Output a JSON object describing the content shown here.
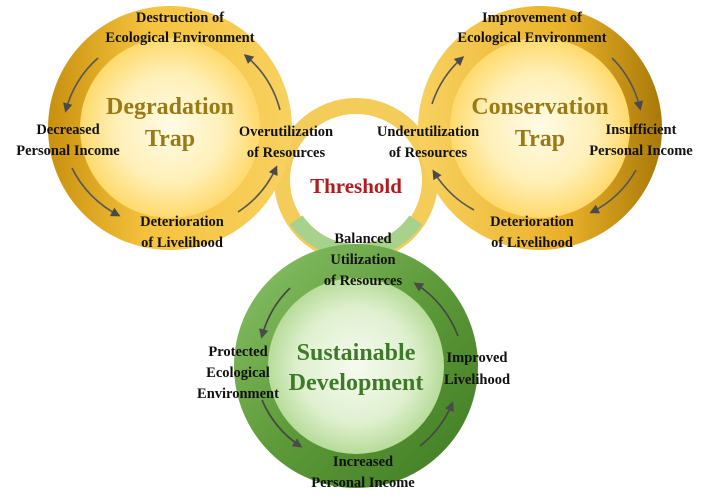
{
  "threshold": "Threshold",
  "colors": {
    "gold_dark": "#b8860b",
    "gold_light": "#ffe08a",
    "green_dark": "#4d8a2e",
    "green_light": "#a9d389",
    "threshold_text": "#b3191d"
  },
  "degradation": {
    "title_line1": "Degradation",
    "title_line2": "Trap",
    "top_line1": "Destruction of",
    "top_line2": "Ecological Environment",
    "left_line1": "Decreased",
    "left_line2": "Personal Income",
    "right_line1": "Overutilization",
    "right_line2": "of Resources",
    "bottom_line1": "Deterioration",
    "bottom_line2": "of Livelihood"
  },
  "conservation": {
    "title_line1": "Conservation",
    "title_line2": "Trap",
    "top_line1": "Improvement of",
    "top_line2": "Ecological Environment",
    "left_line1": "Underutilization",
    "left_line2": "of Resources",
    "right_line1": "Insufficient",
    "right_line2": "Personal Income",
    "bottom_line1": "Deterioration",
    "bottom_line2": "of Livelihood"
  },
  "sustainable": {
    "title_line1": "Sustainable",
    "title_line2": "Development",
    "top_line1": "Balanced",
    "top_line2": "Utilization",
    "top_line3": "of Resources",
    "left_line1": "Protected",
    "left_line2": "Ecological",
    "left_line3": "Environment",
    "right_line1": "Improved",
    "right_line2": "Livelihood",
    "bottom_line1": "Increased",
    "bottom_line2": "Personal Income"
  }
}
